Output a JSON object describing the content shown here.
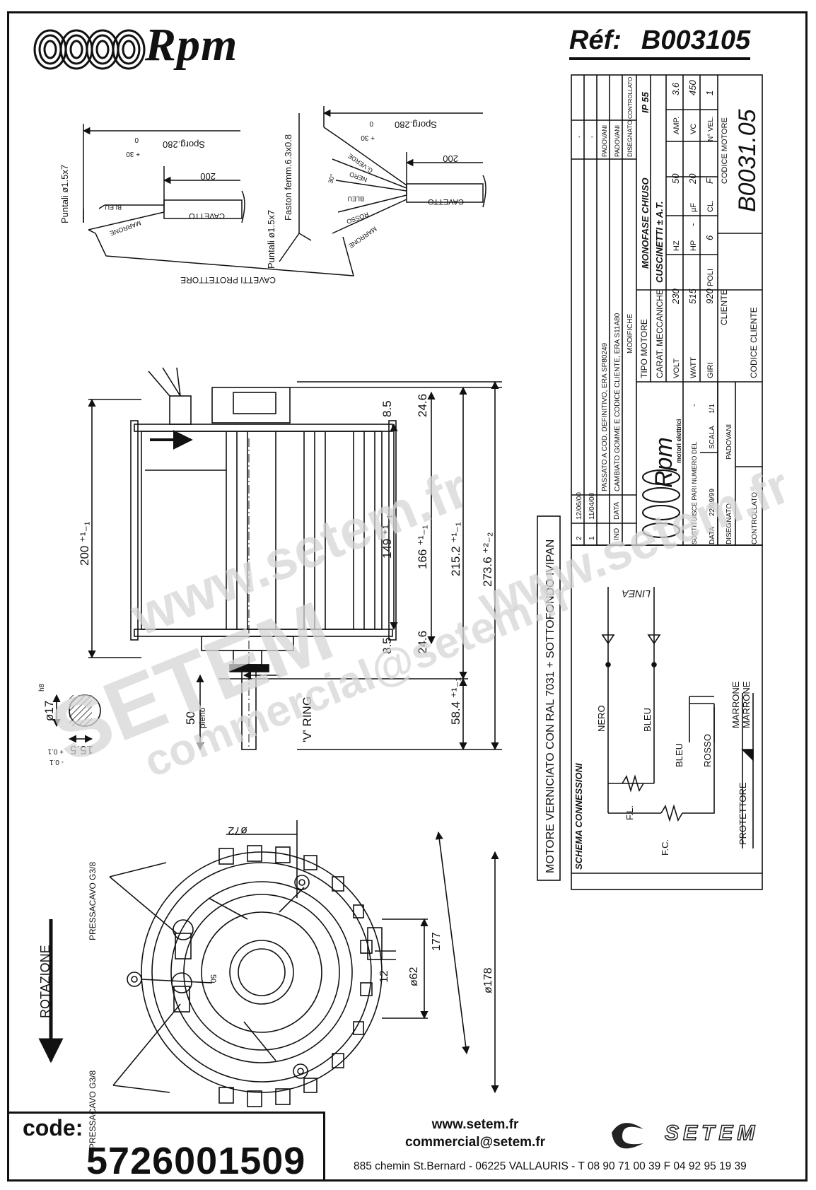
{
  "header": {
    "brand": "Rpm",
    "ref_label": "Réf:",
    "ref_value": "B003105"
  },
  "code": {
    "label": "code:",
    "value": "5726001509"
  },
  "footer": {
    "web": "www.setem.fr",
    "email": "commercial@setem.fr",
    "address": "885 chemin St.Bernard  -  06225 VALLAURIS  -  T 08 90 71 00 39   F 04 92 95 19 39",
    "logo_text": "SETEM"
  },
  "watermark": {
    "web": "www.setem.fr",
    "email": "commercial@setem.fr",
    "name": "SETEM"
  },
  "cable_drawings": {
    "left": {
      "puntali": "Puntali ø1.5x7",
      "sporg": "Sporg.280",
      "sporg_tol_top": "+ 30",
      "sporg_tol_bottom": "0",
      "length": "200",
      "cavetto": "CAVETTO",
      "wire1": "BLEU",
      "wire2": "MARRONE"
    },
    "right": {
      "faston": "Faston femm.6.3x0.8",
      "puntali": "Puntali ø1.5x7",
      "sporg": "Sporg.280",
      "sporg_tol_top": "+ 30",
      "sporg_tol_bottom": "0",
      "length": "200",
      "cavetto": "CAVETTO",
      "wires": [
        "G.VERDE",
        "NERO",
        "BLEU",
        "ROSSO",
        "MARRONE"
      ],
      "angle": "30°"
    },
    "protettore": "CAVETTI PROTETTORE"
  },
  "side_view": {
    "dim_200": "200 ⁺¹₋₁",
    "dim_149": "149 ⁺¹₋₁",
    "dim_166": "166 ⁺¹₋₁",
    "dim_215": "215.2 ⁺¹₋₁",
    "dim_273": "273.6 ⁺²₋₂",
    "dim_58": "58.4 ⁺¹₋₁",
    "dim_8_5_top": "8.5",
    "dim_8_5_bottom": "8.5",
    "dim_24_6_top": "24.6",
    "dim_24_6_bottom": "24.6",
    "dim_50": "50",
    "pieno": "pieno",
    "v_ring": "'V' RING",
    "shaft_dia": "ø17",
    "shaft_tol": "h8",
    "flat": "15.5",
    "flat_tol_top": "+ 0.1",
    "flat_tol_bottom": "- 0.1"
  },
  "front_view": {
    "rotazione": "ROTAZIONE",
    "pressacavo_top": "PRESSACAVO G3/8",
    "pressacavo_bottom": "PRESSACAVO G3/8",
    "dia_72": "ø72",
    "dia_62": "ø62",
    "dia_178": "ø178",
    "dim_177": "177",
    "dim_12": "12",
    "dim_50": "50"
  },
  "paint_note": "MOTORE VERNICIATO CON RAL 7031 + SOTTOFONDO IVIPAN",
  "title_block": {
    "revisions": [
      {
        "ind": "2",
        "data": "12/06/00",
        "modifiche": "PASSATO A COD. DEFINITIVO, ERA SP80249",
        "disegnato": "PADOVANI",
        "controllato": ""
      },
      {
        "ind": "1",
        "data": "11/04/00",
        "modifiche": "CAMBIATO GOMME E CODICE CLIENTE, ERA S11A80",
        "disegnato": "PADOVANI",
        "controllato": ""
      }
    ],
    "col_ind": "IND",
    "col_data": "DATA",
    "col_modifiche": "MODIFICHE",
    "col_disegnato": "DISEGNATO",
    "col_controllato": "CONTROLLATO",
    "dash": "-",
    "tipo_motore_label": "TIPO MOTORE",
    "tipo_motore": "MONOFASE CHIUSO",
    "ip": "IP 55",
    "carat_label": "CARAT. MECCANICHE",
    "carat": "CUSCINETTI ± A.T.",
    "ratings": [
      {
        "label": "VOLT",
        "value": "230",
        "label2": "HZ",
        "value2": "50",
        "label3": "AMP.",
        "value3": "3.6"
      },
      {
        "label": "WATT",
        "value": "515",
        "label2": "HP",
        "value2": "-",
        "label3": "µF",
        "value3": "20",
        "label4": "VC",
        "value4": "450"
      },
      {
        "label": "GIRI",
        "value": "920",
        "label2": "POLI",
        "value2": "6",
        "label3": "CL.",
        "value3": "F",
        "label4": "N° VEL.",
        "value4": "1"
      }
    ],
    "cliente": "CLIENTE",
    "codice_motore_label": "CODICE MOTORE",
    "codice_motore": "B0031.05",
    "codice_cliente": "CODICE CLIENTE",
    "sostituisce_label": "SOSTITUISCE PARI NUMERO DEL",
    "sostituisce": "-",
    "data_label": "DATA",
    "data": "22/09/99",
    "scala_label": "SCALA",
    "scala": "1/1",
    "disegnato_label": "DISEGNATO",
    "disegnato": "PADOVANI",
    "controllato_label": "CONTROLLATO",
    "logo_name": "Rpm",
    "logo_sub": "motori elettrici"
  },
  "schema": {
    "title": "SCHEMA CONNESSIONI",
    "linea": "LINEA",
    "nero": "NERO",
    "bleu": "BLEU",
    "bleu2": "BLEU",
    "rosso": "ROSSO",
    "marrone1": "MARRONE",
    "marrone2": "MARRONE",
    "fl": "F.L.",
    "fc": "F.C.",
    "protettore": "PROTETTORE"
  }
}
